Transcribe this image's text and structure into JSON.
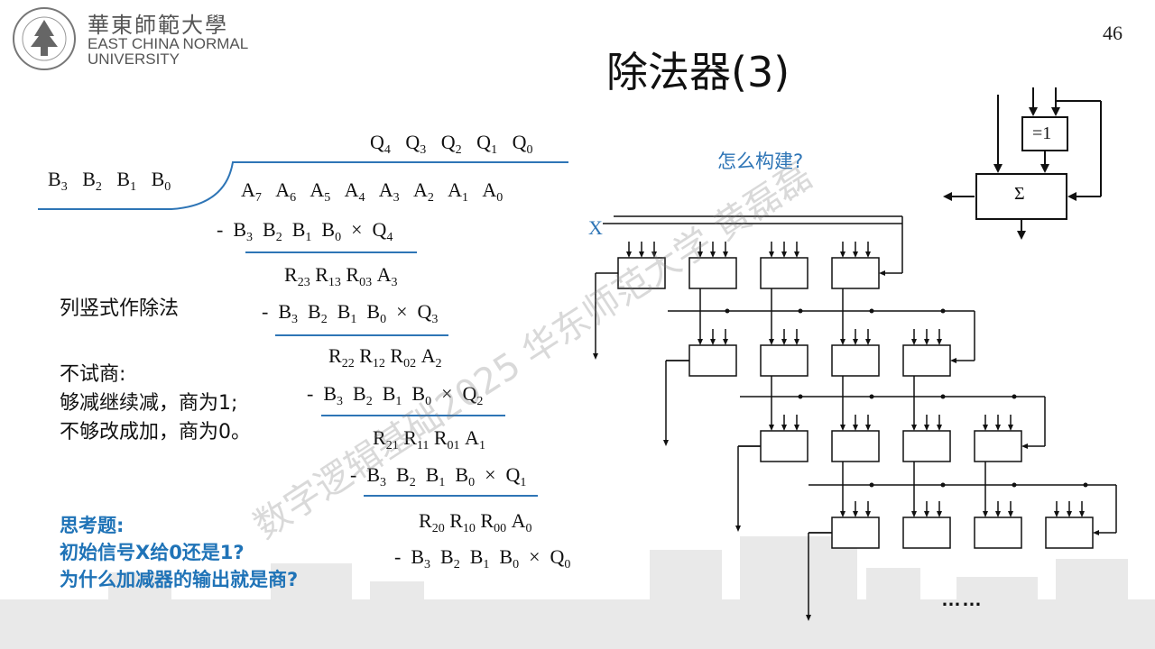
{
  "header": {
    "logo_cn": "華東師範大學",
    "logo_en_line1": "EAST CHINA NORMAL",
    "logo_en_line2": "UNIVERSITY",
    "page_number": "46",
    "title": "除法器(3)"
  },
  "division": {
    "divisor": [
      "B",
      "3",
      "B",
      "2",
      "B",
      "1",
      "B",
      "0"
    ],
    "quotient_row": [
      "Q",
      "4",
      "Q",
      "3",
      "Q",
      "2",
      "Q",
      "1",
      "Q",
      "0"
    ],
    "dividend_row": [
      "A",
      "7",
      "A",
      "6",
      "A",
      "5",
      "A",
      "4",
      "A",
      "3",
      "A",
      "2",
      "A",
      "1",
      "A",
      "0"
    ],
    "minus": "-",
    "times": "×"
  },
  "left_text": {
    "column_division": "列竖式作除法",
    "no_trial_line1": "不试商:",
    "no_trial_line2": "够减继续减，商为1;",
    "no_trial_line3": "不够改成加，商为0。"
  },
  "questions": {
    "heading": "思考题:",
    "q1": "初始信号X给0还是1?",
    "q2": "为什么加减器的输出就是商?"
  },
  "diagram": {
    "how_to_build": "怎么构建?",
    "xor_label": "=1",
    "sum_label": "Σ",
    "x_label": "X",
    "ellipsis": "……"
  },
  "watermark": "数字逻辑基础2025 华东师范大学 黄磊磊",
  "colors": {
    "accent_blue": "#1f73b7",
    "line_blue": "#2e75b6"
  }
}
